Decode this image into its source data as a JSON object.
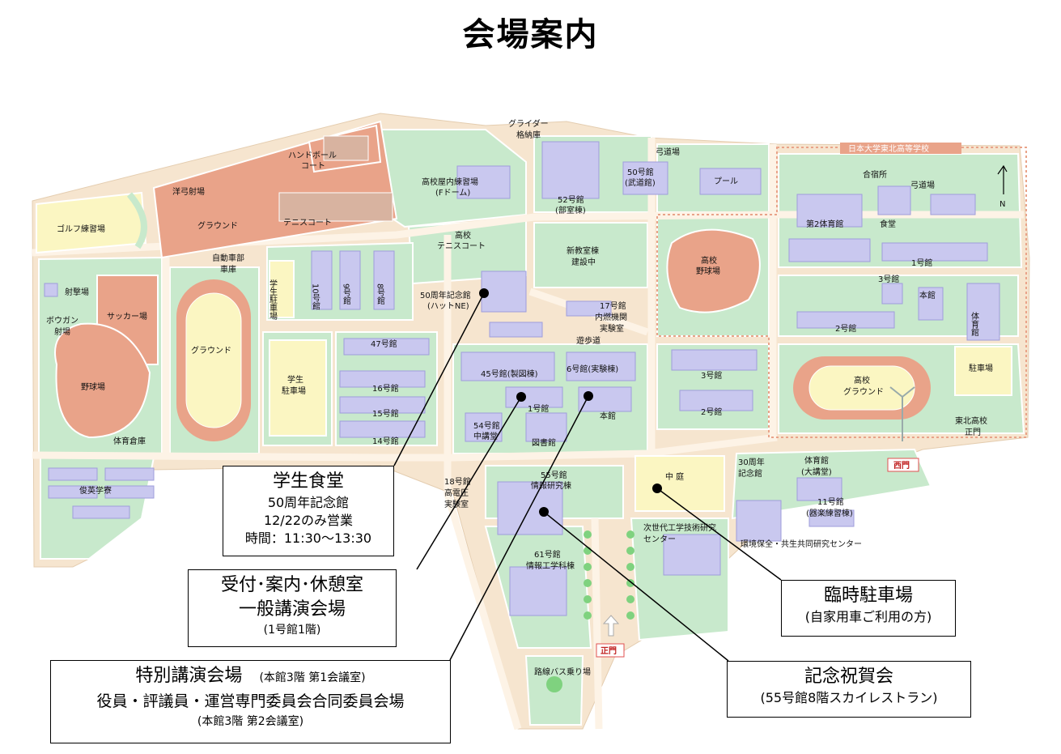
{
  "title": "会場案内",
  "colors": {
    "campus": "#f6e5cf",
    "green": "#c8e9cc",
    "field": "#e9a389",
    "yellow": "#fbf6c2",
    "building": "#c9c8ef",
    "building_top": "#e7e6fb",
    "path": "#fdf3e6",
    "callout_border": "#000000"
  },
  "map_labels": {
    "glider": "グライダー",
    "glider2": "格納庫",
    "kyudojo_top": "弓道場",
    "hs_banner": "日本大学東北高等学校",
    "handball": "ハンドボール",
    "handball2": "コート",
    "youkyu": "洋弓射場",
    "ground_top": "グラウンド",
    "tennis": "テニスコート",
    "golf": "ゴルフ練習場",
    "indoor_practice": "高校屋内練習場",
    "fdome": "(Fドーム)",
    "b52": "52号館",
    "b52b": "(部室棟)",
    "b50": "50号館",
    "b50b": "(武道館)",
    "pool": "プール",
    "gassyuku": "合宿所",
    "kyudojo_hs": "弓道場",
    "north": "N",
    "gym2": "第2体育館",
    "cafeteria": "食堂",
    "hs_tennis": "高校",
    "hs_tennis2": "テニスコート",
    "new_bldg": "新教室棟",
    "new_bldg2": "建設中",
    "hs_baseball": "高校",
    "hs_baseball2": "野球場",
    "hs_b1": "1号館",
    "hs_b3": "3号館",
    "hs_main": "本館",
    "hs_b2": "2号館",
    "hs_gym": "体育館",
    "car_garage": "自動車部",
    "car_garage2": "車庫",
    "student_parking_v": "学生駐車場",
    "b10": "10号館",
    "b9": "9号館",
    "b8": "8号館",
    "b50memorial": "50周年記念館",
    "b50memorial2": "(ハットNE)",
    "b17": "17号館",
    "b17b": "内燃機関",
    "b17c": "実験室",
    "shagekijo": "射撃場",
    "bowgun": "ボウガン",
    "bowgun2": "射場",
    "soccer": "サッカー場",
    "ground_track": "グラウンド",
    "b47": "47号館",
    "promenade": "遊歩道",
    "b45": "45号館(製図棟)",
    "b6": "6号館(実験棟)",
    "b3": "3号館",
    "b2": "2号館",
    "baseball": "野球場",
    "student_parking": "学生",
    "student_parking2": "駐車場",
    "b16": "16号館",
    "b15": "15号館",
    "b14": "14号館",
    "b1": "1号館",
    "main_bldg": "本館",
    "b54": "54号館",
    "b54b": "中講堂",
    "library": "図書館",
    "hs_ground": "高校",
    "hs_ground2": "グラウンド",
    "parking_r": "駐車場",
    "hs_gate": "東北高校",
    "hs_gate2": "正門",
    "equipment": "体育倉庫",
    "dorm": "俊英学寮",
    "b18": "18号館",
    "b18b": "高電圧",
    "b18c": "実験室",
    "b55": "55号館",
    "b55b": "情報研究棟",
    "courtyard": "中 庭",
    "b30": "30周年",
    "b30b": "記念館",
    "gym_hall": "体育館",
    "gym_hall2": "(大講堂)",
    "west_gate": "西門",
    "b11": "11号館",
    "b11b": "(器楽練習棟)",
    "next_gen": "次世代工学技術研究",
    "next_gen2": "センター",
    "env_center": "環境保全・共生共同研究センター",
    "b61": "61号館",
    "b61b": "情報工学科棟",
    "main_gate": "正門",
    "bus_stop": "路線バス乗り場"
  },
  "callouts": {
    "cafeteria": {
      "title": "学生食堂",
      "line1": "50周年記念館",
      "line2": "12/22のみ営業",
      "line3": "時間：11:30〜13:30"
    },
    "reception": {
      "title": "受付･案内･休憩室",
      "title2": "一般講演会場",
      "sub": "(1号館1階)"
    },
    "special": {
      "title": "特別講演会場",
      "title_note": "(本館3階 第1会議室)",
      "line1": "役員・評議員・運営専門委員会合同委員会場",
      "line2": "(本館3階 第2会議室)"
    },
    "parking": {
      "title": "臨時駐車場",
      "sub": "(自家用車ご利用の方)"
    },
    "party": {
      "title": "記念祝賀会",
      "sub": "(55号館8階スカイレストラン)"
    }
  }
}
